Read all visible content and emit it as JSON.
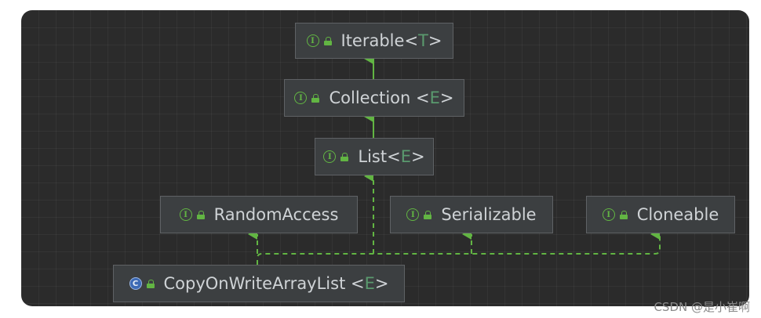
{
  "nodes": [
    {
      "id": "iterable",
      "kind": "I",
      "name": "Iterable",
      "type_param": "T"
    },
    {
      "id": "collection",
      "kind": "I",
      "name": "Collection ",
      "type_param": "E"
    },
    {
      "id": "list",
      "kind": "I",
      "name": "List",
      "type_param": "E"
    },
    {
      "id": "random-access",
      "kind": "I",
      "name": "RandomAccess"
    },
    {
      "id": "serializable",
      "kind": "I",
      "name": "Serializable"
    },
    {
      "id": "cloneable",
      "kind": "I",
      "name": "Cloneable"
    },
    {
      "id": "copy-on-write",
      "kind": "C",
      "name": "CopyOnWriteArrayList ",
      "type_param": "E"
    }
  ],
  "edges": [
    {
      "from": "collection",
      "to": "iterable",
      "style": "solid"
    },
    {
      "from": "list",
      "to": "collection",
      "style": "solid"
    },
    {
      "from": "copy-on-write",
      "to": "list",
      "style": "dashed"
    },
    {
      "from": "copy-on-write",
      "to": "random-access",
      "style": "dashed"
    },
    {
      "from": "copy-on-write",
      "to": "serializable",
      "style": "dashed"
    },
    {
      "from": "copy-on-write",
      "to": "cloneable",
      "style": "dashed"
    }
  ],
  "colors": {
    "background": "#2b2b2b",
    "node_fill": "#3c3f41",
    "edge": "#62b543",
    "interface_icon": "#62b543",
    "class_icon": "#3d6ab5",
    "type_param": "#5a9a6e"
  },
  "watermark": "CSDN @是小崔啊"
}
